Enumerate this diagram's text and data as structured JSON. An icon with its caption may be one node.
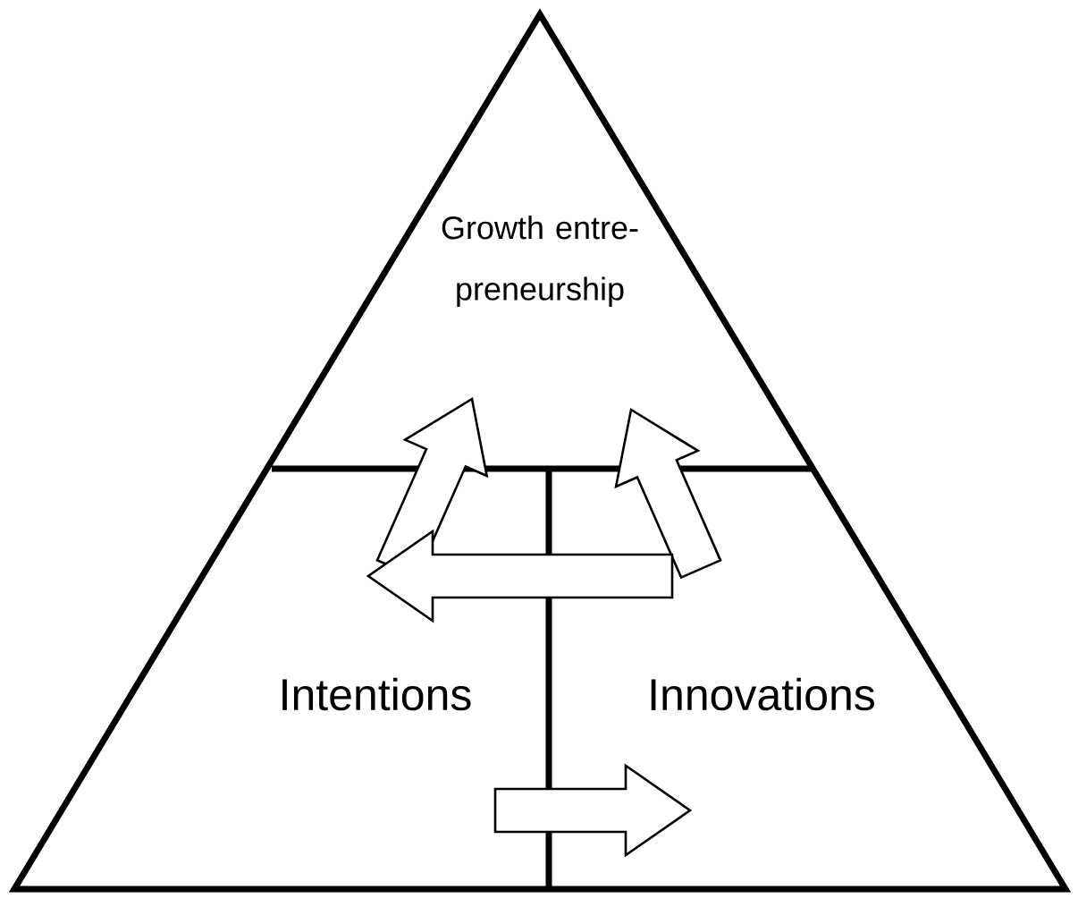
{
  "diagram": {
    "nodes": [
      {
        "text": [
          "Growth entre- preneurship"
        ]
      },
      {
        "text": [
          "Intentions"
        ]
      },
      {
        "text": [
          "Innovations"
        ]
      }
    ],
    "edges": [
      {
        "from": 1,
        "to": 0,
        "arrow": "to"
      },
      {
        "from": 2,
        "to": 0,
        "arrow": "to"
      },
      {
        "from": 2,
        "to": 1,
        "arrow": "to"
      },
      {
        "from": 1,
        "to": 2,
        "arrow": "to"
      }
    ]
  }
}
